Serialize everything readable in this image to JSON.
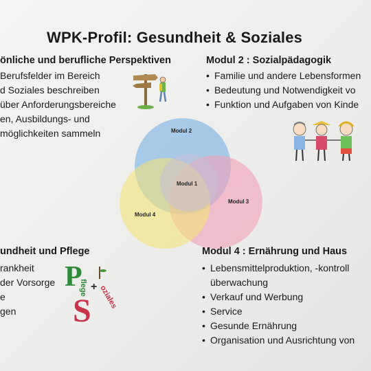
{
  "title": "WPK-Profil: Gesundheit & Soziales",
  "module1": {
    "heading": "önliche und berufliche Perspektiven",
    "lines": [
      "Berufsfelder im Bereich",
      "d Soziales beschreiben",
      "über Anforderungsbereiche",
      "en, Ausbildungs- und",
      "möglichkeiten sammeln"
    ]
  },
  "module2": {
    "heading": "Modul 2 : Sozialpädagogik",
    "items": [
      "Familie und andere Lebensformen",
      "Bedeutung und Notwendigkeit vo",
      "Funktion und Aufgaben von Kinde"
    ]
  },
  "module3": {
    "heading": "undheit und Pflege",
    "lines": [
      "rankheit",
      "der Vorsorge",
      "e",
      "gen"
    ]
  },
  "module4": {
    "heading": "Modul 4 :  Ernährung und Haus",
    "items": [
      "Lebensmittelproduktion, -kontroll",
      "Verkauf und Werbung",
      "Service",
      "Gesunde Ernährung",
      "Organisation und Ausrichtung von"
    ],
    "continuation": "überwachung"
  },
  "venn": {
    "labels": [
      "Modul 1",
      "Modul 2",
      "Modul 3",
      "Modul 4"
    ],
    "colors": {
      "blue": "#7fb6e6",
      "pink": "#f2a0b8",
      "yellow": "#f4e27a"
    }
  },
  "logo": {
    "letters": "Pflege + Soziales"
  }
}
